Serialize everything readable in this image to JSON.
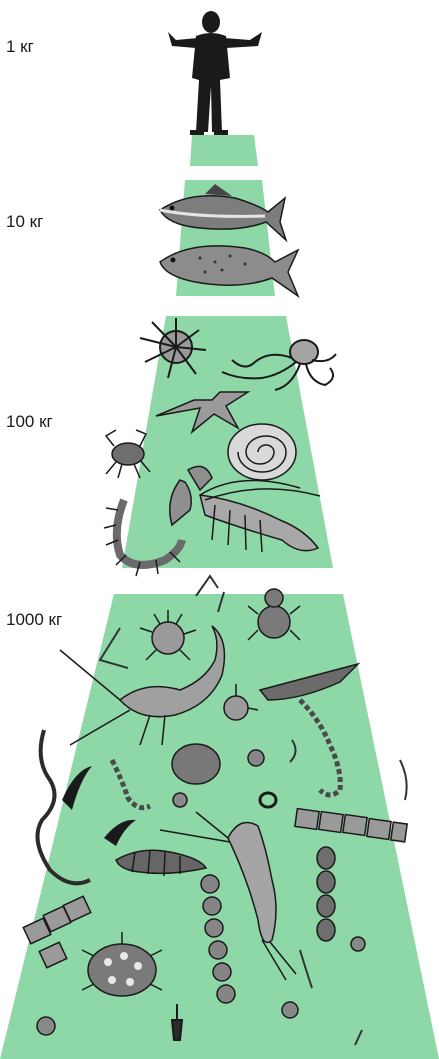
{
  "levels": [
    {
      "label": "1 кг",
      "organisms": "human"
    },
    {
      "label": "10 кг",
      "organisms": "fish"
    },
    {
      "label": "100 кг",
      "organisms": "invertebrates"
    },
    {
      "label": "1000 кг",
      "organisms": "plankton"
    }
  ],
  "colors": {
    "band": "#8ed8a8",
    "ink": "#1a1a1a",
    "organism_fill": "#9a9a9a",
    "organism_dark": "#2b2b2b"
  }
}
